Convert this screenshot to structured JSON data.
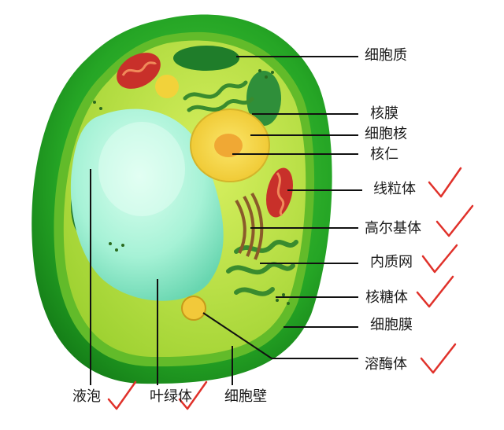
{
  "diagram": {
    "labels": [
      {
        "id": "cytoplasm",
        "text": "细胞质",
        "checked": false
      },
      {
        "id": "nuclear-membrane",
        "text": "核膜",
        "checked": false
      },
      {
        "id": "nucleus",
        "text": "细胞核",
        "checked": false
      },
      {
        "id": "nucleolus",
        "text": "核仁",
        "checked": false
      },
      {
        "id": "mitochondrion",
        "text": "线粒体",
        "checked": true
      },
      {
        "id": "golgi",
        "text": "高尔基体",
        "checked": true
      },
      {
        "id": "er",
        "text": "内质网",
        "checked": true
      },
      {
        "id": "ribosome",
        "text": "核糖体",
        "checked": true
      },
      {
        "id": "cell-membrane",
        "text": "细胞膜",
        "checked": false
      },
      {
        "id": "lysosome",
        "text": "溶酶体",
        "checked": true
      },
      {
        "id": "vacuole",
        "text": "液泡",
        "checked": true
      },
      {
        "id": "chloroplast",
        "text": "叶绿体",
        "checked": true
      },
      {
        "id": "cell-wall",
        "text": "细胞壁",
        "checked": false
      }
    ]
  },
  "colors": {
    "wall": "#22a822",
    "cytoplasm": "#b7e042",
    "vacuole": "#9ef0d2",
    "nucleus": "#f3d640",
    "mitochondrion": "#c8302a",
    "chloroplast": "#1e7a2a",
    "checkmark": "#e0312a",
    "leader": "#111111"
  }
}
